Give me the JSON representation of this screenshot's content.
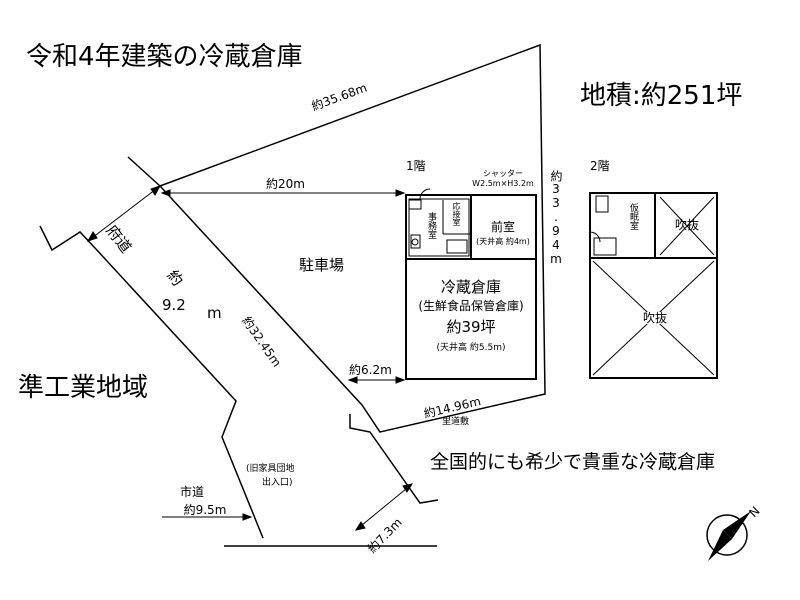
{
  "title": "令和4年建築の冷蔵倉庫",
  "site_area": "地積:約251坪",
  "catchphrase": "全国的にも希少で貴重な冷蔵倉庫",
  "zoning": "準工業地域",
  "compass_letter": "N",
  "roads": {
    "prefectural": {
      "name": "府道",
      "width": "約9.2m",
      "approx": "約",
      "value": "9.2",
      "unit": "m"
    },
    "city": {
      "name": "市道",
      "width": "約9.5m"
    },
    "satomichi": "里道敷",
    "old_entrance_line1": "(旧家具団地",
    "old_entrance_line2": "出入口)"
  },
  "dimensions": {
    "top": "約35.68m",
    "right": "約33.94m",
    "left_diag": "約32.45m",
    "bottom": "約14.96m",
    "width20": "約20m",
    "width62": "約6.2m",
    "width73": "約7.3m"
  },
  "parking": "駐車場",
  "floor1": {
    "label": "1階",
    "shutter_line1": "シャッター",
    "shutter_line2": "W2.5m×H3.2m",
    "office": "事務室",
    "reception": "応接室",
    "anteroom": "前室",
    "anteroom_ceiling": "(天井高 約4m)",
    "cold_storage": "冷蔵倉庫",
    "cold_storage_use": "(生鮮食品保管倉庫)",
    "cold_storage_area": "約39坪",
    "cold_storage_ceiling": "(天井高 約5.5m)"
  },
  "floor2": {
    "label": "2階",
    "nap_room": "仮眠室",
    "void_small": "吹抜",
    "void_large": "吹抜"
  }
}
